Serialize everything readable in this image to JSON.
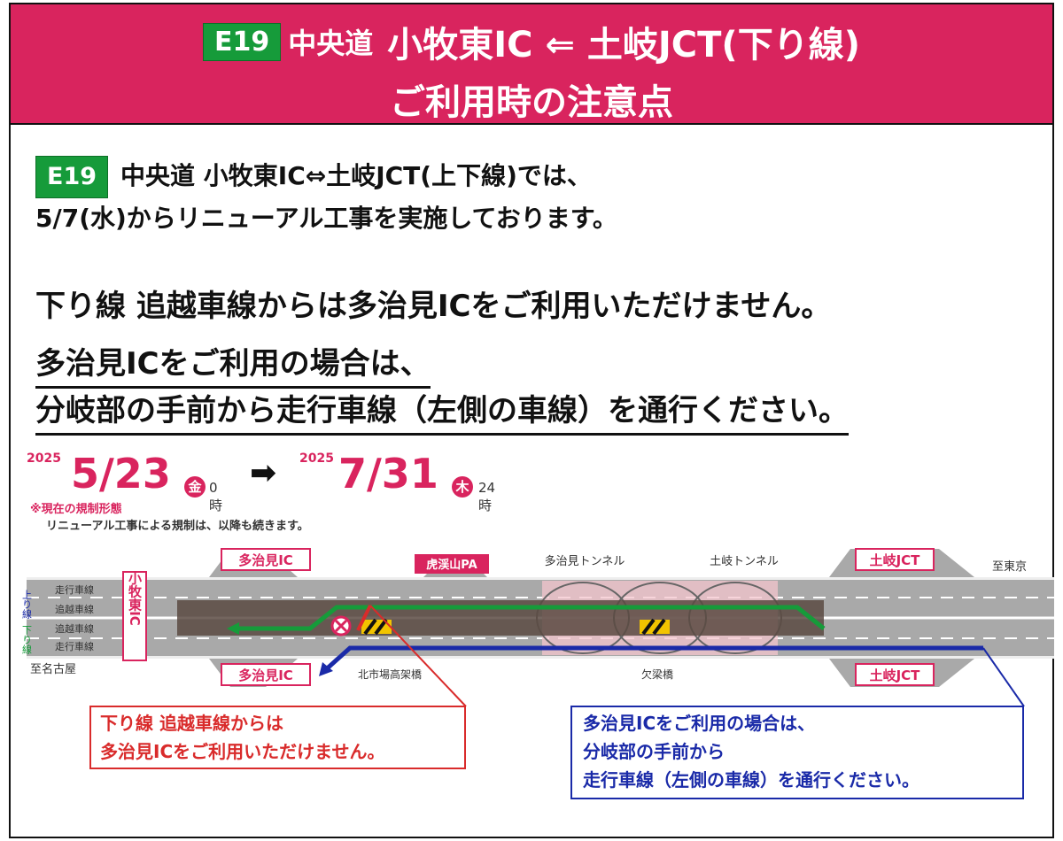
{
  "header": {
    "route_badge": "E19",
    "road": "中央道",
    "section": "小牧東IC ⇐ 土岐JCT(下り線)",
    "subtitle": "ご利用時の注意点"
  },
  "intro": {
    "route_badge": "E19",
    "line1": "中央道 小牧東IC⇔土岐JCT(上下線)では、",
    "line2": "5/7(水)からリニューアル工事を実施しております。"
  },
  "warning": "下り線 追越車線からは多治見ICをご利用いただけません。",
  "guidance": {
    "line1": "多治見ICをご利用の場合は、",
    "line2": "分岐部の手前から走行車線（左側の車線）を通行ください。"
  },
  "period": {
    "start_year": "2025",
    "start_date": "5/23",
    "start_dow": "金",
    "start_time": "0時",
    "end_year": "2025",
    "end_date": "7/31",
    "end_dow": "木",
    "end_time": "24時"
  },
  "regulation_note": {
    "line1": "※現在の規制形態",
    "line2": "リニューアル工事による規制は、以降も続きます。"
  },
  "diagram": {
    "lane_labels": [
      "走行車線",
      "追越車線",
      "追越車線",
      "走行車線"
    ],
    "up_label": "上り線",
    "down_label": "下り線",
    "komaki_label": "小牧東IC",
    "to_nagoya": "至名古屋",
    "to_tokyo": "至東京",
    "tajimi_ic_top": "多治見IC",
    "tajimi_ic_bottom": "多治見IC",
    "kokeizan_pa": "虎渓山PA",
    "tajimi_tunnel": "多治見トンネル",
    "toki_tunnel": "土岐トンネル",
    "toki_jct_top": "土岐JCT",
    "toki_jct_bottom": "土岐JCT",
    "kitaichiba_bridge": "北市場高架橋",
    "kanasaki_bridge": "欠梁橋",
    "colors": {
      "route_green": "#169b3a",
      "route_blue": "#1a2aa8",
      "accent": "#d9245e",
      "road": "#a9a9a9"
    }
  },
  "callout_red": {
    "line1": "下り線 追越車線からは",
    "line2": "多治見ICをご利用いただけません。"
  },
  "callout_blue": {
    "line1": "多治見ICをご利用の場合は、",
    "line2": "分岐部の手前から",
    "line3": "走行車線（左側の車線）を通行ください。"
  }
}
